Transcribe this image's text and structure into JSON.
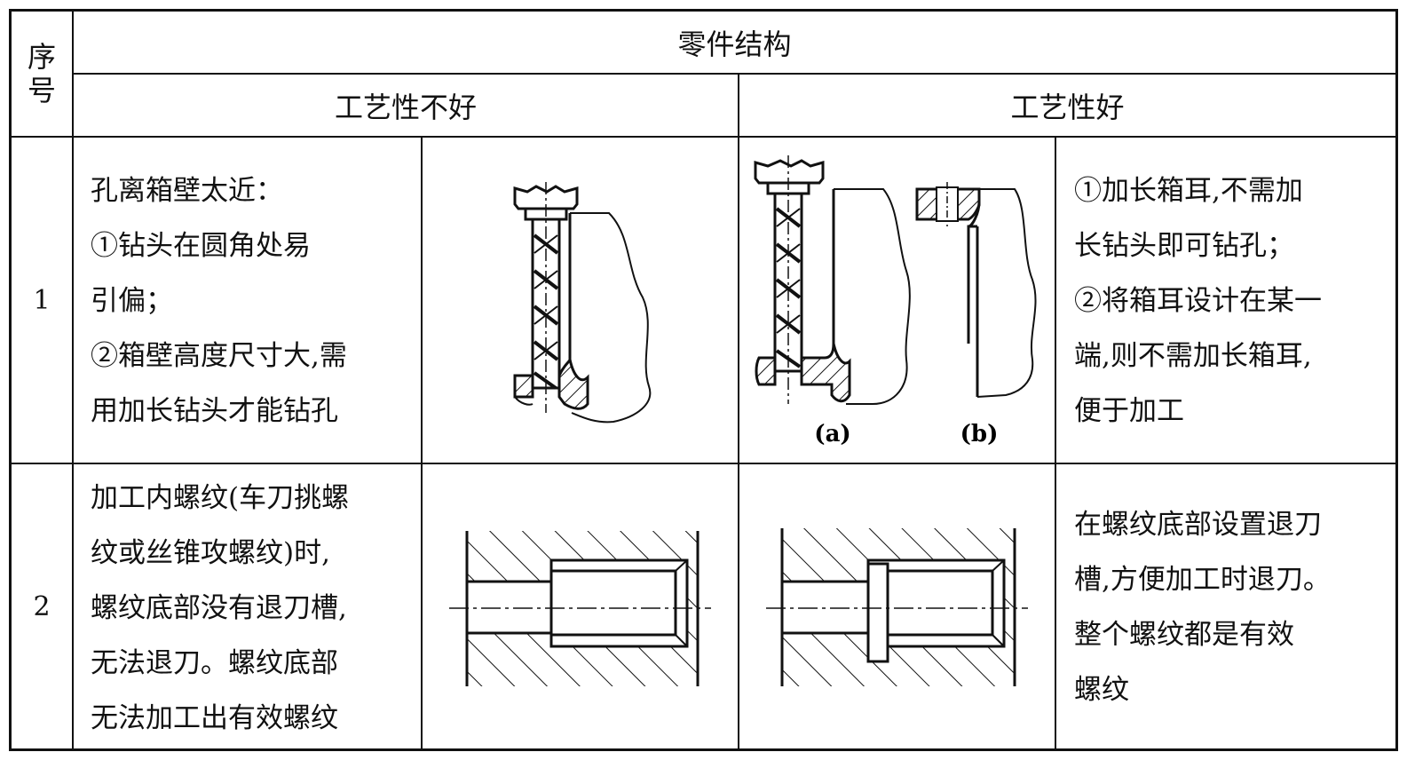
{
  "table": {
    "header": {
      "seq_line1": "序",
      "seq_line2": "号",
      "structure": "零件结构",
      "bad": "工艺性不好",
      "good": "工艺性好"
    },
    "rows": [
      {
        "num": "1",
        "bad_text": [
          "孔离箱壁太近：",
          "①钻头在圆角处易",
          "引偏；",
          "②箱壁高度尺寸大,需",
          "用加长钻头才能钻孔"
        ],
        "good_text": [
          "①加长箱耳,不需加",
          "长钻头即可钻孔；",
          "②将箱耳设计在某一",
          "端,则不需加长箱耳,",
          "便于加工"
        ],
        "fig_labels": [
          "(a)",
          "(b)"
        ]
      },
      {
        "num": "2",
        "bad_text": [
          "加工内螺纹(车刀挑螺",
          "纹或丝锥攻螺纹)时,",
          "螺纹底部没有退刀槽,",
          "无法退刀。螺纹底部",
          "无法加工出有效螺纹"
        ],
        "good_text": [
          "在螺纹底部设置退刀",
          "槽,方便加工时退刀。",
          "整个螺纹都是有效",
          "螺纹"
        ]
      }
    ]
  }
}
